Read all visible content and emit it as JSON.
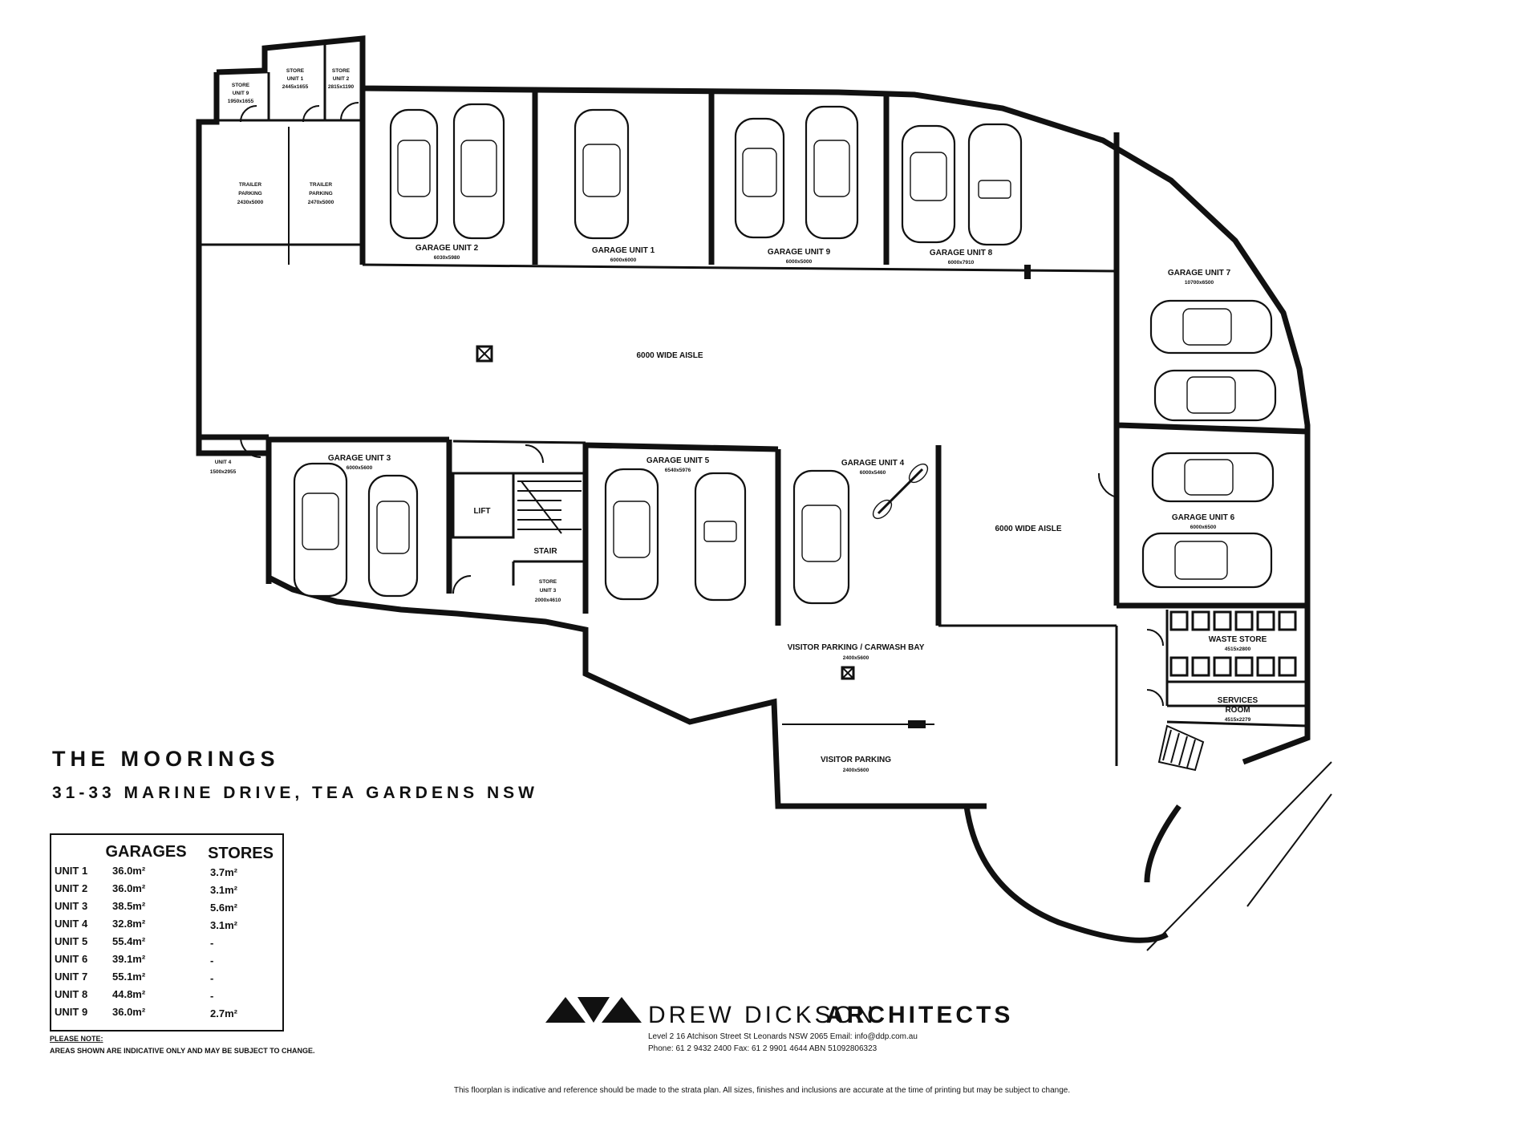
{
  "project": {
    "name": "THE MOORINGS",
    "address": "31-33 MARINE DRIVE, TEA GARDENS NSW"
  },
  "rooms": {
    "store_9": {
      "name_1": "STORE",
      "name_2": "UNIT 9",
      "size": "1950x1655"
    },
    "store_1": {
      "name_1": "STORE",
      "name_2": "UNIT 1",
      "size": "2445x1655"
    },
    "store_2": {
      "name_1": "STORE",
      "name_2": "UNIT 2",
      "size": "2815x1190"
    },
    "trailer_1": {
      "name_1": "TRAILER",
      "name_2": "PARKING",
      "size": "2430x5000"
    },
    "trailer_2": {
      "name_1": "TRAILER",
      "name_2": "PARKING",
      "size": "2470x5000"
    },
    "garage_2": {
      "name": "GARAGE UNIT 2",
      "size": "6030x5980"
    },
    "garage_1": {
      "name": "GARAGE UNIT 1",
      "size": "6000x6000"
    },
    "garage_9": {
      "name": "GARAGE UNIT 9",
      "size": "6000x5000"
    },
    "garage_8": {
      "name": "GARAGE UNIT 8",
      "size": "6000x7910"
    },
    "garage_7": {
      "name": "GARAGE UNIT 7",
      "size": "10700x6500"
    },
    "aisle_main": {
      "name": "6000 WIDE AISLE"
    },
    "store_4": {
      "name_1": "STORE",
      "name_2": "UNIT 4",
      "size": "1500x2955"
    },
    "garage_3": {
      "name": "GARAGE UNIT 3",
      "size": "6000x5600"
    },
    "lift": {
      "name": "LIFT"
    },
    "stair": {
      "name": "STAIR"
    },
    "store_3": {
      "name_1": "STORE",
      "name_2": "UNIT 3",
      "size": "2000x4610"
    },
    "garage_5": {
      "name": "GARAGE UNIT 5",
      "size": "6540x5976"
    },
    "garage_4": {
      "name": "GARAGE UNIT 4",
      "size": "6000x5460"
    },
    "aisle_east": {
      "name": "6000 WIDE AISLE"
    },
    "garage_6": {
      "name": "GARAGE UNIT 6",
      "size": "6000x6500"
    },
    "waste": {
      "name": "WASTE STORE",
      "size": "4515x2800"
    },
    "services": {
      "name_1": "SERVICES",
      "name_2": "ROOM",
      "size": "4515x2279"
    },
    "visitor_carwash": {
      "name": "VISITOR PARKING / CARWASH BAY",
      "size": "2400x5600"
    },
    "visitor": {
      "name": "VISITOR PARKING",
      "size": "2400x5600"
    }
  },
  "areas_table": {
    "col_garages": "GARAGES",
    "col_stores": "STORES",
    "rows": [
      {
        "unit": "UNIT 1",
        "garage": "36.0m²",
        "store": "3.7m²"
      },
      {
        "unit": "UNIT 2",
        "garage": "36.0m²",
        "store": "3.1m²"
      },
      {
        "unit": "UNIT 3",
        "garage": "38.5m²",
        "store": "5.6m²"
      },
      {
        "unit": "UNIT 4",
        "garage": "32.8m²",
        "store": "3.1m²"
      },
      {
        "unit": "UNIT 5",
        "garage": "55.4m²",
        "store": "-"
      },
      {
        "unit": "UNIT 6",
        "garage": "39.1m²",
        "store": "-"
      },
      {
        "unit": "UNIT 7",
        "garage": "55.1m²",
        "store": "-"
      },
      {
        "unit": "UNIT 8",
        "garage": "44.8m²",
        "store": "-"
      },
      {
        "unit": "UNIT 9",
        "garage": "36.0m²",
        "store": "2.7m²"
      }
    ]
  },
  "note": {
    "heading": "PLEASE NOTE:",
    "text": "AREAS SHOWN ARE INDICATIVE ONLY AND MAY BE SUBJECT TO CHANGE."
  },
  "firm": {
    "name_light": "DREW DICKSON",
    "name_bold": "ARCHITECTS",
    "address_line": "Level 2   16 Atchison Street   St Leonards   NSW   2065   Email: info@ddp.com.au",
    "contact_line": "Phone: 61 2 9432 2400   Fax: 61 2 9901 4644   ABN 51092806323"
  },
  "disclaimer": "This floorplan is indicative and reference should be made to the strata plan. All sizes, finishes and inclusions are accurate at the time of printing but may be subject to change."
}
